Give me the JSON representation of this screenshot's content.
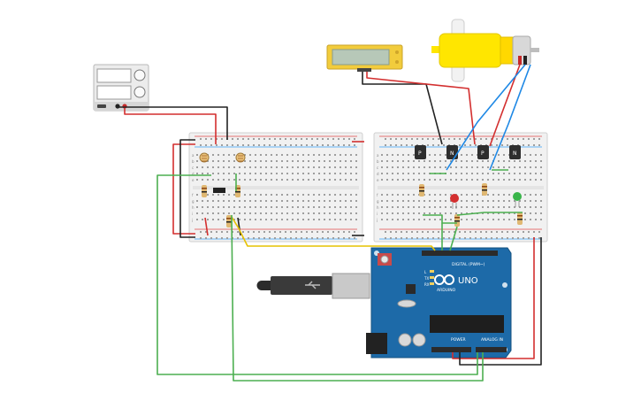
{
  "arduino": {
    "brand": "ARDUINO",
    "model": "UNO",
    "digital_header": "DIGITAL (PWM~)",
    "power_header": "POWER",
    "analog_header": "ANALOG IN",
    "tx_label": "TX",
    "rx_label": "RX",
    "l_label": "L"
  },
  "breadboard": {
    "row_letters": [
      "a",
      "b",
      "c",
      "d",
      "e",
      "f",
      "g",
      "h",
      "i",
      "j"
    ]
  },
  "components": {
    "transistors": [
      {
        "label": "P"
      },
      {
        "label": "N"
      },
      {
        "label": "P"
      },
      {
        "label": "N"
      }
    ]
  },
  "colors": {
    "wire_red": "#d32f2f",
    "wire_black": "#222222",
    "wire_green": "#4caf50",
    "wire_blue": "#1e88e5",
    "wire_yellow": "#e6c200",
    "arduino_board": "#1d6aa8",
    "motor_body": "#ffe600",
    "lcd_frame": "#f2cc3c"
  }
}
